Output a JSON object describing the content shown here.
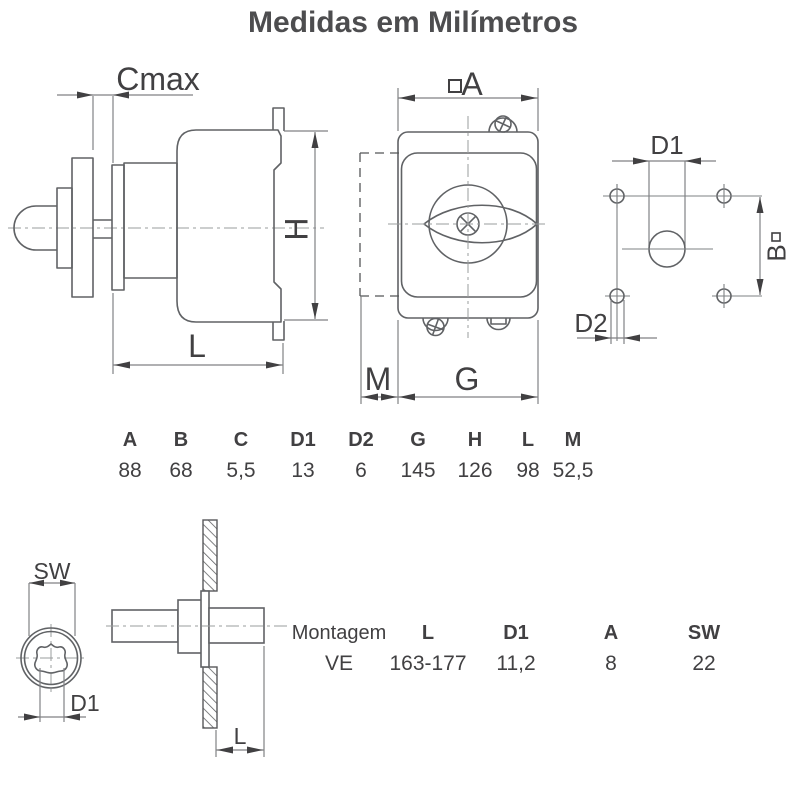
{
  "title": "Medidas em Milímetros",
  "colors": {
    "line": "#606265",
    "dim_line": "#808184",
    "text": "#414042",
    "title": "#4d4d4f"
  },
  "icons": {
    "square_symbol": "square-symbol",
    "screw_head": "screw-cross-icon"
  },
  "diagrams": {
    "side_view": {
      "dim_front_label": "Cmax",
      "dim_height_label": "H",
      "dim_length_label": "L"
    },
    "front_view": {
      "dim_width_label": "A",
      "dim_offset_label": "M",
      "dim_base_label": "G"
    },
    "drill_template": {
      "dim_hole_label": "D1",
      "dim_spacing_label": "B",
      "dim_small_hole_label": "D2"
    },
    "shaft_section": {
      "dim_flats_label": "SW",
      "dim_shaft_label": "D1"
    },
    "panel_mount": {
      "dim_length_label": "L"
    }
  },
  "dimensions_table": {
    "headers": [
      "A",
      "B",
      "C",
      "D1",
      "D2",
      "G",
      "H",
      "L",
      "M"
    ],
    "values": [
      "88",
      "68",
      "5,5",
      "13",
      "6",
      "145",
      "126",
      "98",
      "52,5"
    ]
  },
  "mounting_table": {
    "headers": [
      "Montagem",
      "L",
      "D1",
      "A",
      "SW"
    ],
    "values": [
      "VE",
      "163-177",
      "11,2",
      "8",
      "22"
    ]
  }
}
